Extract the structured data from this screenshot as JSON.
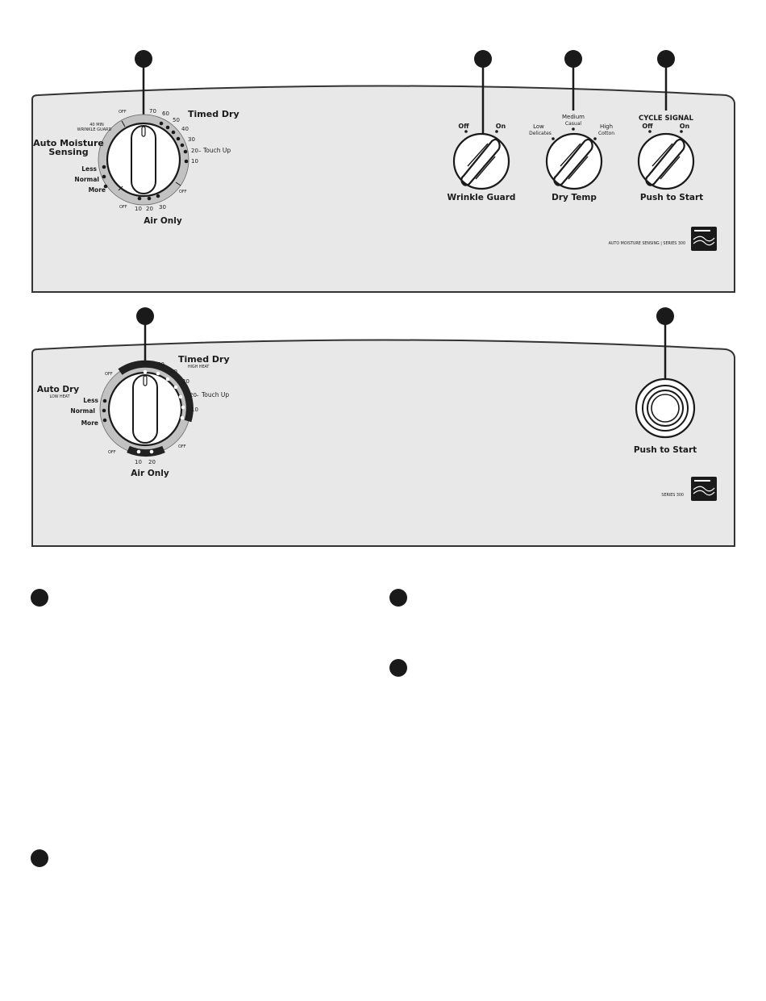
{
  "colors": {
    "panel_fill": "#e8e8e8",
    "outline": "#1a1a1a",
    "dial_ring": "#c2c2c2",
    "dial_ring_dark": "#222222"
  },
  "panel_top": {
    "timer_dial": {
      "timed_dry_label": "Timed Dry",
      "auto_moisture_label_1": "Auto Moisture",
      "auto_moisture_label_2": "Sensing",
      "wrinkle_guard_note_1": "40 MIN",
      "wrinkle_guard_note_2": "WRINKLE GUARD",
      "off_top": "OFF",
      "off_right": "OFF",
      "off_bottom": "OFF",
      "timed_marks": [
        "70",
        "60",
        "50",
        "40",
        "30",
        "20",
        "10"
      ],
      "touch_up_label": "Touch Up",
      "sensing_levels": [
        "Less",
        "Normal",
        "More"
      ],
      "air_only_label": "Air Only",
      "air_marks": [
        "10",
        "20",
        "30"
      ]
    },
    "wrinkle_guard_knob": {
      "label": "Wrinkle Guard",
      "off": "Off",
      "on": "On"
    },
    "dry_temp_knob": {
      "label": "Dry Temp",
      "low": "Low",
      "low_sub": "Delicates",
      "medium": "Medium",
      "medium_sub": "Casual",
      "high": "High",
      "high_sub": "Cotton"
    },
    "cycle_signal_knob": {
      "title": "CYCLE SIGNAL",
      "off": "Off",
      "on": "On",
      "label": "Push to Start"
    },
    "series_text": "AUTO MOISTURE SENSING  |  SERIES 300"
  },
  "panel_bottom": {
    "timer_dial": {
      "timed_dry_label": "Timed Dry",
      "high_heat_note": "HIGH HEAT",
      "auto_dry_label": "Auto Dry",
      "low_heat_note": "LOW HEAT",
      "off_top": "OFF",
      "off_right": "OFF",
      "off_bottom": "OFF",
      "timed_marks": [
        "60",
        "50",
        "40",
        "30",
        "20",
        "10"
      ],
      "touch_up_label": "Touch Up",
      "auto_levels": [
        "Less",
        "Normal",
        "More"
      ],
      "air_only_label": "Air Only",
      "air_marks": [
        "10",
        "20"
      ]
    },
    "start_button": {
      "label": "Push to Start"
    },
    "series_text": "SERIES 300"
  },
  "icons": {
    "brand_logo": "kenmore-logo-icon",
    "callout_marker": "filled-circle-icon"
  }
}
